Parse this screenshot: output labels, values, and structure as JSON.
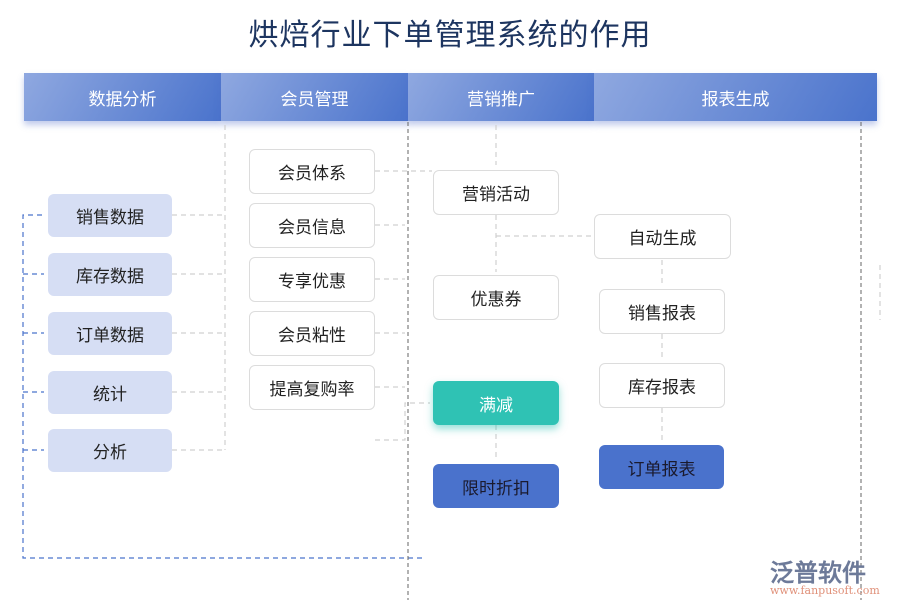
{
  "title": "烘焙行业下单管理系统的作用",
  "headers": [
    "数据分析",
    "会员管理",
    "营销推广",
    "报表生成"
  ],
  "analysis": [
    "销售数据",
    "库存数据",
    "订单数据",
    "统计",
    "分析"
  ],
  "member": [
    "会员体系",
    "会员信息",
    "专享优惠",
    "会员粘性",
    "提高复购率"
  ],
  "marketing": {
    "activity": "营销活动",
    "coupon": "优惠券",
    "discount": "满减",
    "flash": "限时折扣"
  },
  "reports": {
    "auto": "自动生成",
    "sales": "销售报表",
    "stock": "库存报表",
    "order": "订单报表"
  },
  "logo": {
    "name": "泛普软件",
    "url": "www.fanpusoft.com"
  },
  "colors": {
    "header": "#4a73cc",
    "teal": "#2fc2b4",
    "blue": "#4a72cc",
    "light": "#d6def4"
  }
}
